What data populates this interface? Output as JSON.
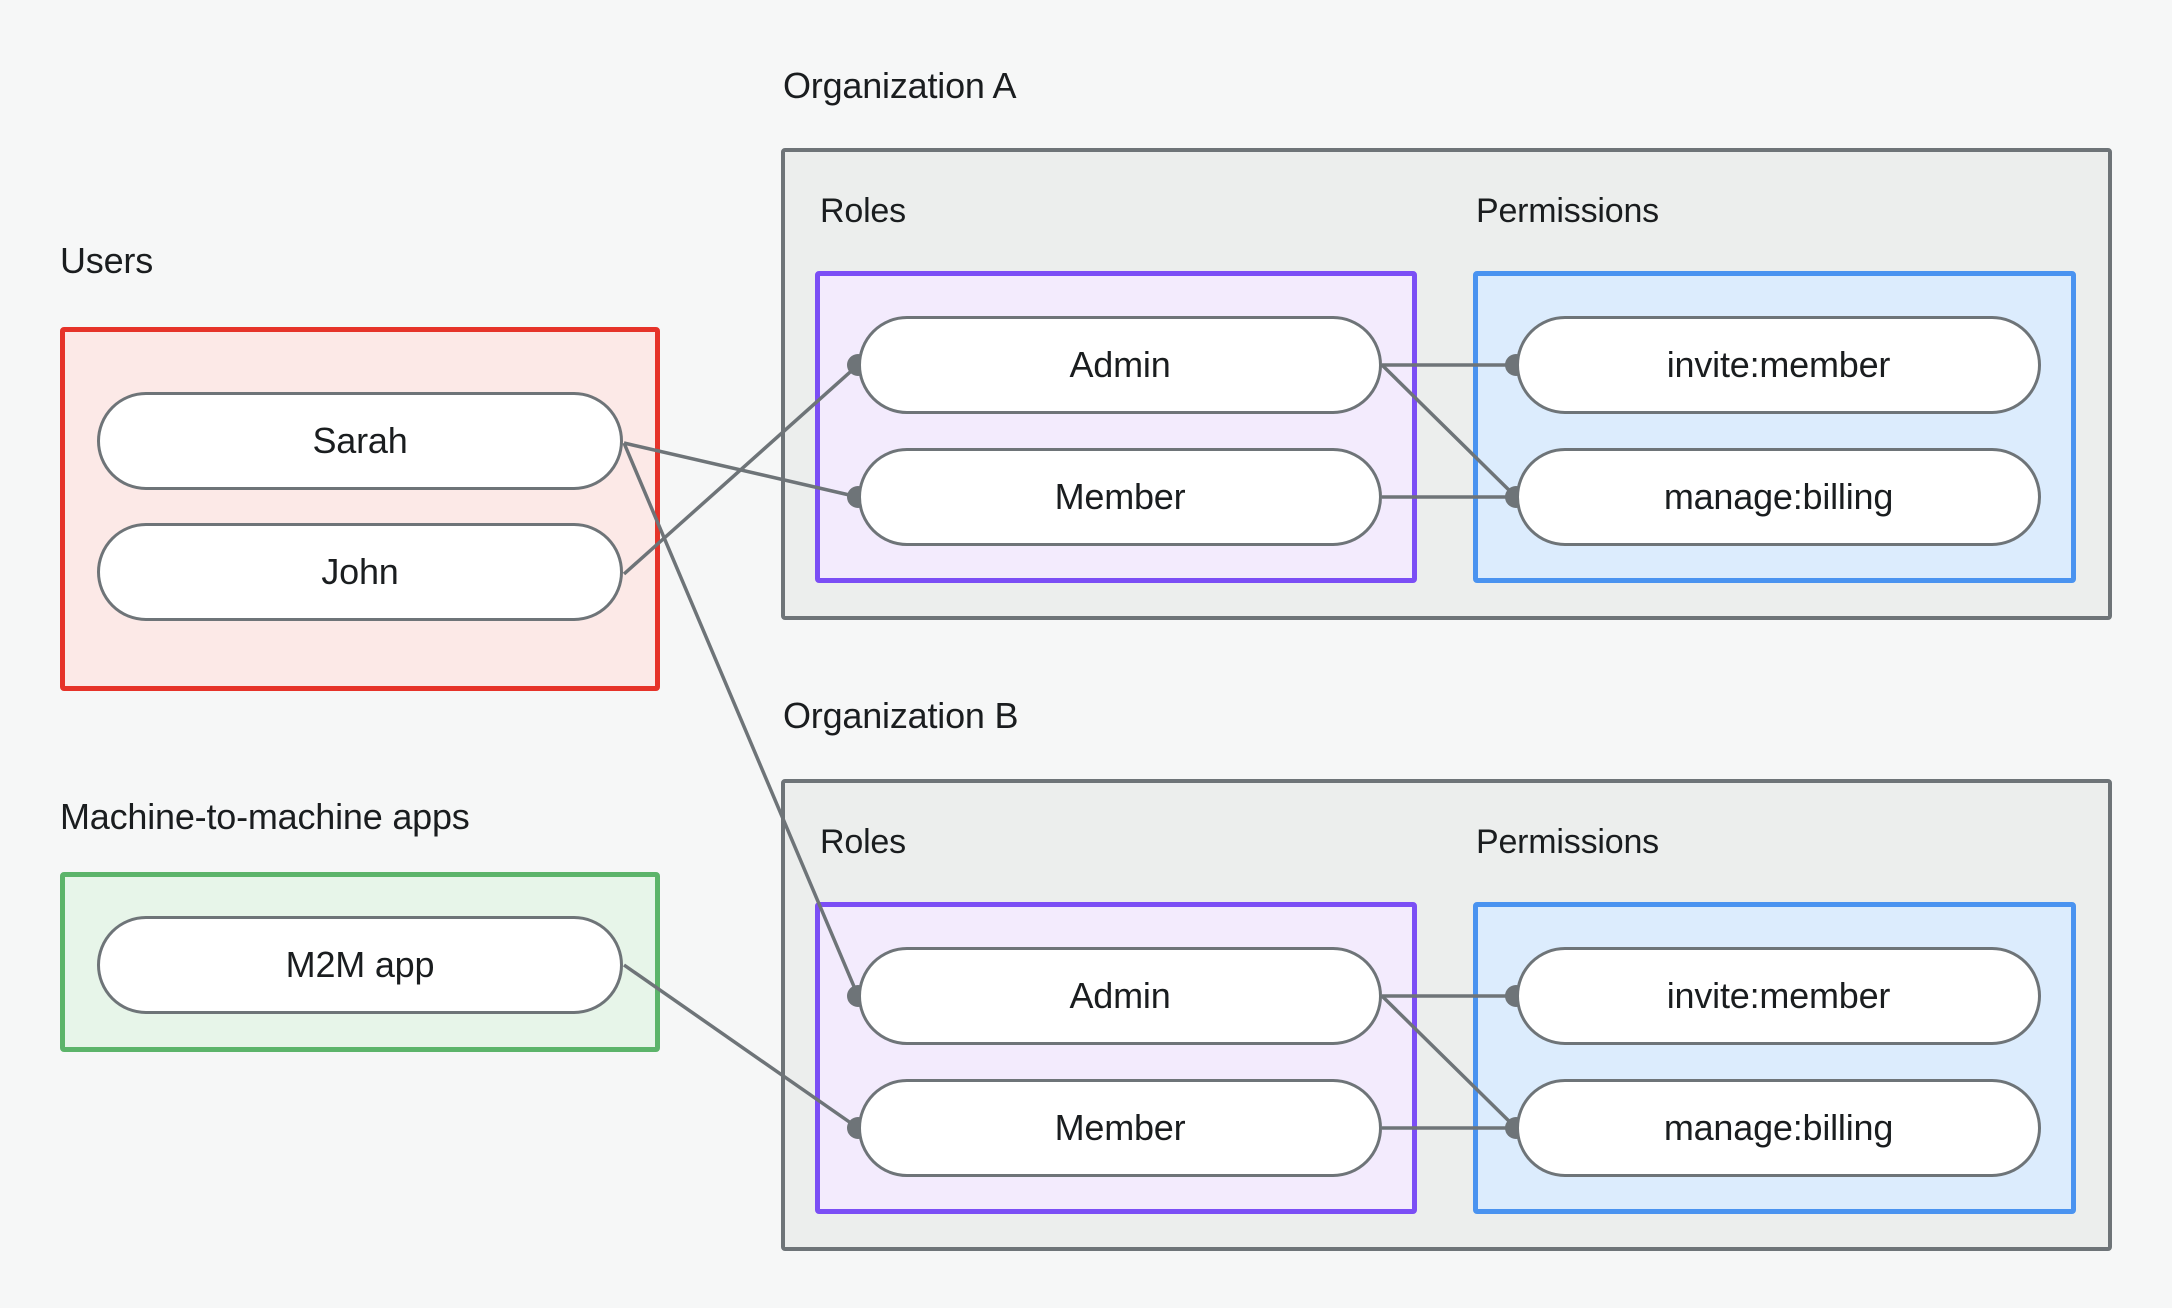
{
  "diagram": {
    "title_users": "Users",
    "title_m2m": "Machine-to-machine apps",
    "title_org_a": "Organization A",
    "title_org_b": "Organization B",
    "label_roles": "Roles",
    "label_permissions": "Permissions",
    "users": [
      {
        "id": "sarah",
        "label": "Sarah"
      },
      {
        "id": "john",
        "label": "John"
      }
    ],
    "m2m_apps": [
      {
        "id": "m2m",
        "label": "M2M app"
      }
    ],
    "org_a": {
      "roles": [
        {
          "id": "a_admin",
          "label": "Admin"
        },
        {
          "id": "a_member",
          "label": "Member"
        }
      ],
      "permissions": [
        {
          "id": "a_invite",
          "label": "invite:member"
        },
        {
          "id": "a_billing",
          "label": "manage:billing"
        }
      ]
    },
    "org_b": {
      "roles": [
        {
          "id": "b_admin",
          "label": "Admin"
        },
        {
          "id": "b_member",
          "label": "Member"
        }
      ],
      "permissions": [
        {
          "id": "b_invite",
          "label": "invite:member"
        },
        {
          "id": "b_billing",
          "label": "manage:billing"
        }
      ]
    },
    "edges": [
      {
        "from": "john",
        "to": "a_admin"
      },
      {
        "from": "sarah",
        "to": "a_member"
      },
      {
        "from": "sarah",
        "to": "b_admin"
      },
      {
        "from": "m2m",
        "to": "b_member"
      },
      {
        "from": "a_admin",
        "to": "a_invite"
      },
      {
        "from": "a_admin",
        "to": "a_billing"
      },
      {
        "from": "a_member",
        "to": "a_billing"
      },
      {
        "from": "b_admin",
        "to": "b_invite"
      },
      {
        "from": "b_admin",
        "to": "b_billing"
      },
      {
        "from": "b_member",
        "to": "b_billing"
      }
    ],
    "colors": {
      "canvas": "#f6f7f7",
      "users_border": "#e63329",
      "users_fill": "#fce9e7",
      "m2m_border": "#5cb46a",
      "m2m_fill": "#e7f5e9",
      "org_border": "#6e7478",
      "org_fill": "#eceeed",
      "roles_border": "#7b4ef5",
      "roles_fill": "#f3ebfd",
      "perms_border": "#4a93f0",
      "perms_fill": "#dcecfd",
      "node_border": "#6e7478",
      "node_fill": "#ffffff",
      "edge": "#6e7478",
      "text": "#1a1d1f"
    }
  }
}
